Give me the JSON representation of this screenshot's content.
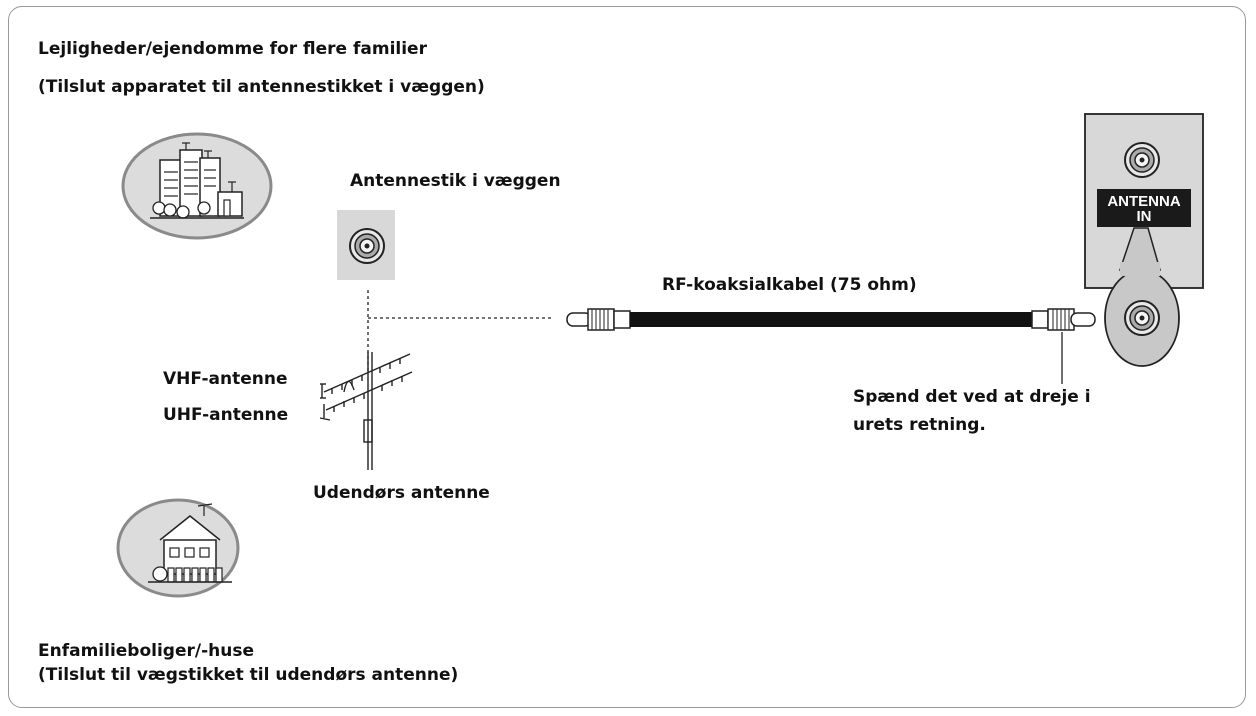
{
  "labels": {
    "multi_family_title": "Lejligheder/ejendomme for flere familier",
    "multi_family_note": "(Tilslut apparatet til antennestikket i væggen)",
    "wall_socket": "Antennestik i væggen",
    "cable": "RF-koaksialkabel (75 ohm)",
    "vhf": "VHF-antenne",
    "uhf": "UHF-antenne",
    "outdoor": "Udendørs antenne",
    "tighten_line1": "Spænd det ved at dreje i",
    "tighten_line2": "urets retning.",
    "single_family_title": "Enfamilieboliger/-huse",
    "single_family_note": "(Tilslut til vægstikket til udendørs antenne)",
    "tv_port_line1": "ANTENNA",
    "tv_port_line2": "IN"
  },
  "colors": {
    "border": "#9a9a9a",
    "panel": "#d8d8d8",
    "port_label_bg": "#1a1a1a",
    "cable": "#111111"
  }
}
